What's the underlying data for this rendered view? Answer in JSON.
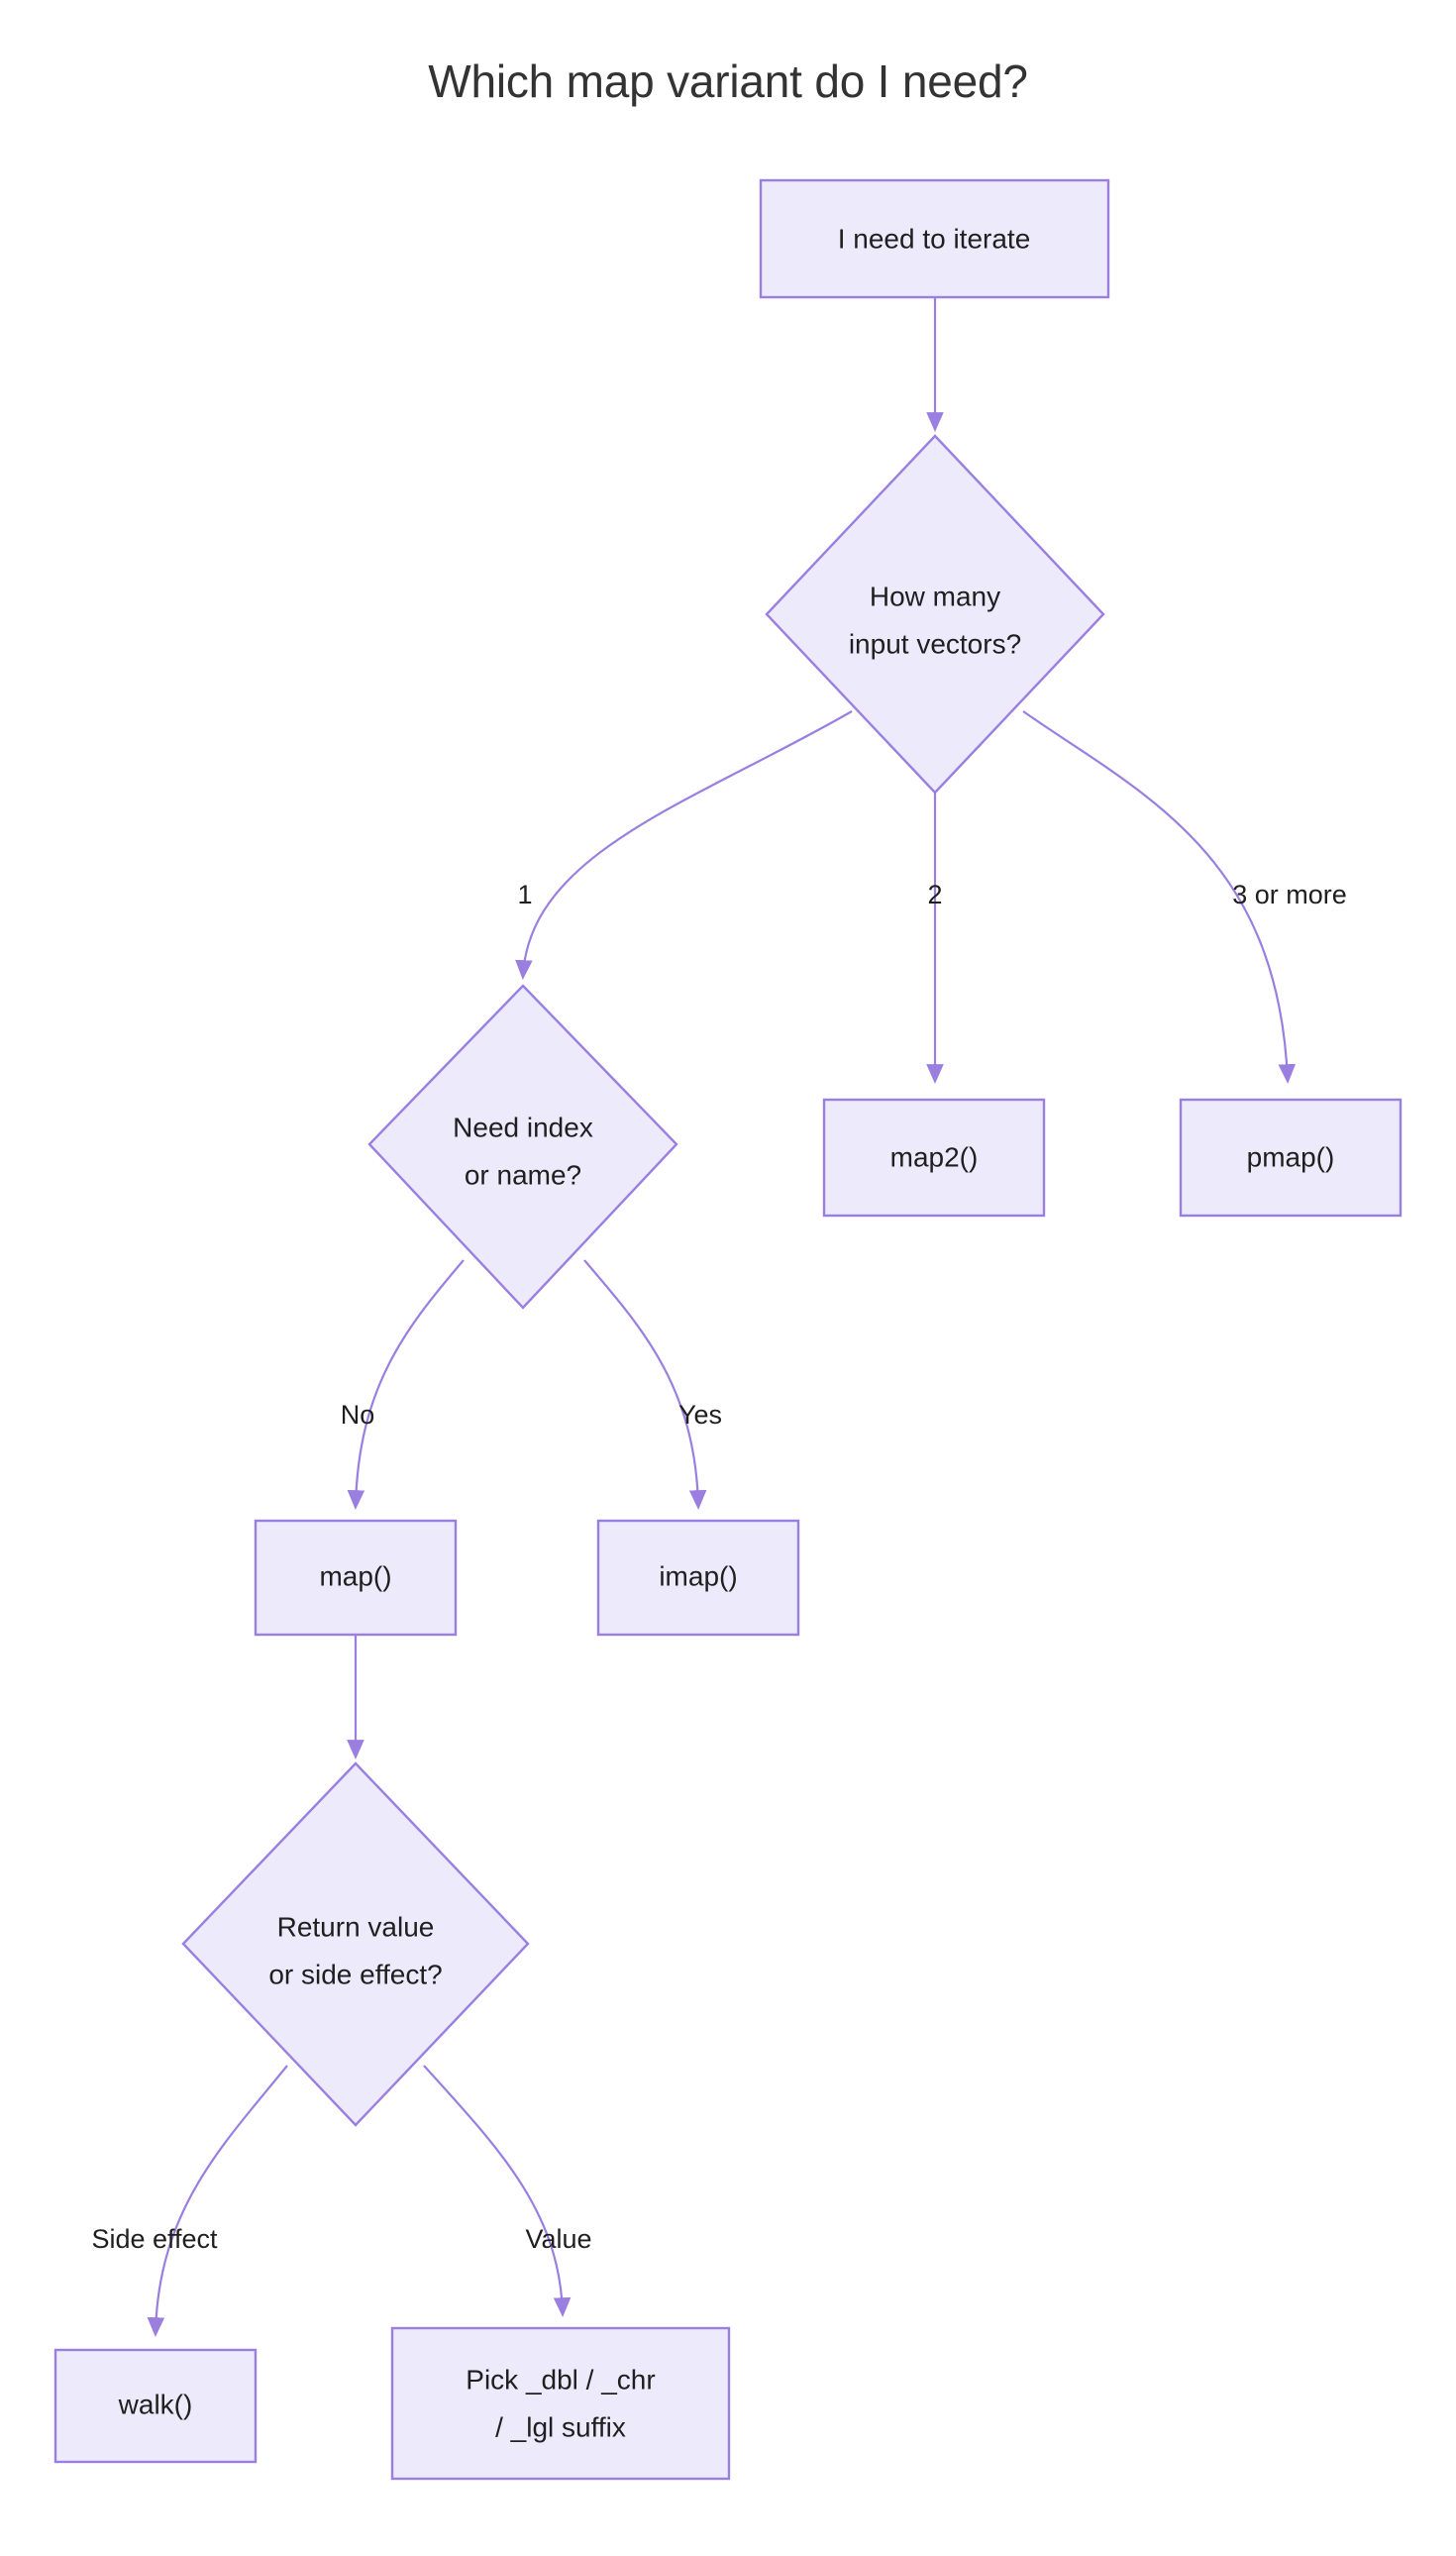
{
  "title": "Which map variant do I need?",
  "theme": {
    "node_fill": "#ECEAFB",
    "node_stroke": "#9A7FE0",
    "edge_stroke": "#9A7FE0",
    "text_color": "#1f1f1f",
    "title_color": "#333333",
    "background": "#ffffff"
  },
  "chart_data": {
    "type": "diagram",
    "title": "Which map variant do I need?",
    "nodes": [
      {
        "id": "start",
        "shape": "rect",
        "label": "I need to iterate"
      },
      {
        "id": "howmany",
        "shape": "diamond",
        "label_line1": "How many",
        "label_line2": "input vectors?"
      },
      {
        "id": "needindex",
        "shape": "diamond",
        "label_line1": "Need index",
        "label_line2": "or name?"
      },
      {
        "id": "map2",
        "shape": "rect",
        "label": "map2()"
      },
      {
        "id": "pmap",
        "shape": "rect",
        "label": "pmap()"
      },
      {
        "id": "map",
        "shape": "rect",
        "label": "map()"
      },
      {
        "id": "imap",
        "shape": "rect",
        "label": "imap()"
      },
      {
        "id": "returnval",
        "shape": "diamond",
        "label_line1": "Return value",
        "label_line2": "or side effect?"
      },
      {
        "id": "walk",
        "shape": "rect",
        "label": "walk()"
      },
      {
        "id": "suffix",
        "shape": "rect",
        "label_line1": "Pick _dbl / _chr",
        "label_line2": "/ _lgl suffix"
      }
    ],
    "edges": [
      {
        "from": "start",
        "to": "howmany",
        "label": ""
      },
      {
        "from": "howmany",
        "to": "needindex",
        "label": "1"
      },
      {
        "from": "howmany",
        "to": "map2",
        "label": "2"
      },
      {
        "from": "howmany",
        "to": "pmap",
        "label": "3 or more"
      },
      {
        "from": "needindex",
        "to": "map",
        "label": "No"
      },
      {
        "from": "needindex",
        "to": "imap",
        "label": "Yes"
      },
      {
        "from": "map",
        "to": "returnval",
        "label": ""
      },
      {
        "from": "returnval",
        "to": "walk",
        "label": "Side effect"
      },
      {
        "from": "returnval",
        "to": "suffix",
        "label": "Value"
      }
    ]
  },
  "nodes": {
    "start": {
      "label": "I need to iterate"
    },
    "howmany": {
      "line1": "How many",
      "line2": "input vectors?"
    },
    "needindex": {
      "line1": "Need index",
      "line2": "or name?"
    },
    "map2": {
      "label": "map2()"
    },
    "pmap": {
      "label": "pmap()"
    },
    "map": {
      "label": "map()"
    },
    "imap": {
      "label": "imap()"
    },
    "returnval": {
      "line1": "Return value",
      "line2": "or side effect?"
    },
    "walk": {
      "label": "walk()"
    },
    "suffix": {
      "line1": "Pick _dbl / _chr",
      "line2": "/ _lgl suffix"
    }
  },
  "edge_labels": {
    "one": "1",
    "two": "2",
    "three_or_more": "3 or more",
    "no": "No",
    "yes": "Yes",
    "side_effect": "Side effect",
    "value": "Value"
  }
}
